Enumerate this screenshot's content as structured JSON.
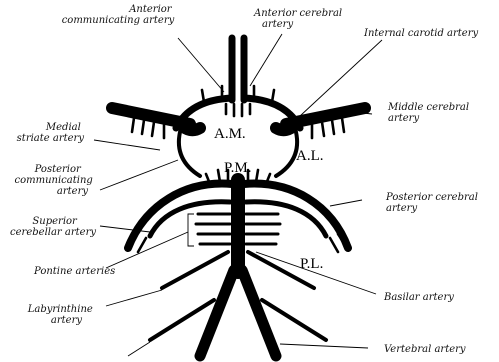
{
  "labels": {
    "anterior_communicating": [
      "Anterior",
      "communicating artery"
    ],
    "anterior_cerebral": [
      "Anterior cerebral",
      "artery"
    ],
    "internal_carotid": "Internal carotid artery",
    "middle_cerebral": [
      "Middle cerebral",
      "artery"
    ],
    "medial_striate": [
      "Medial",
      "striate artery"
    ],
    "posterior_communicating": [
      "Posterior",
      "communicating",
      "artery"
    ],
    "posterior_cerebral": [
      "Posterior cerebral",
      "artery"
    ],
    "superior_cerebellar": [
      "Superior",
      "cerebellar artery"
    ],
    "pontine": "Pontine arteries",
    "labyrinthine": [
      "Labyrinthine",
      "artery"
    ],
    "basilar": "Basilar artery",
    "vertebral": "Vertebral artery"
  },
  "regions": {
    "am": "A.M.",
    "pm": "P.M.",
    "al": "A.L.",
    "pl": "P.L."
  }
}
